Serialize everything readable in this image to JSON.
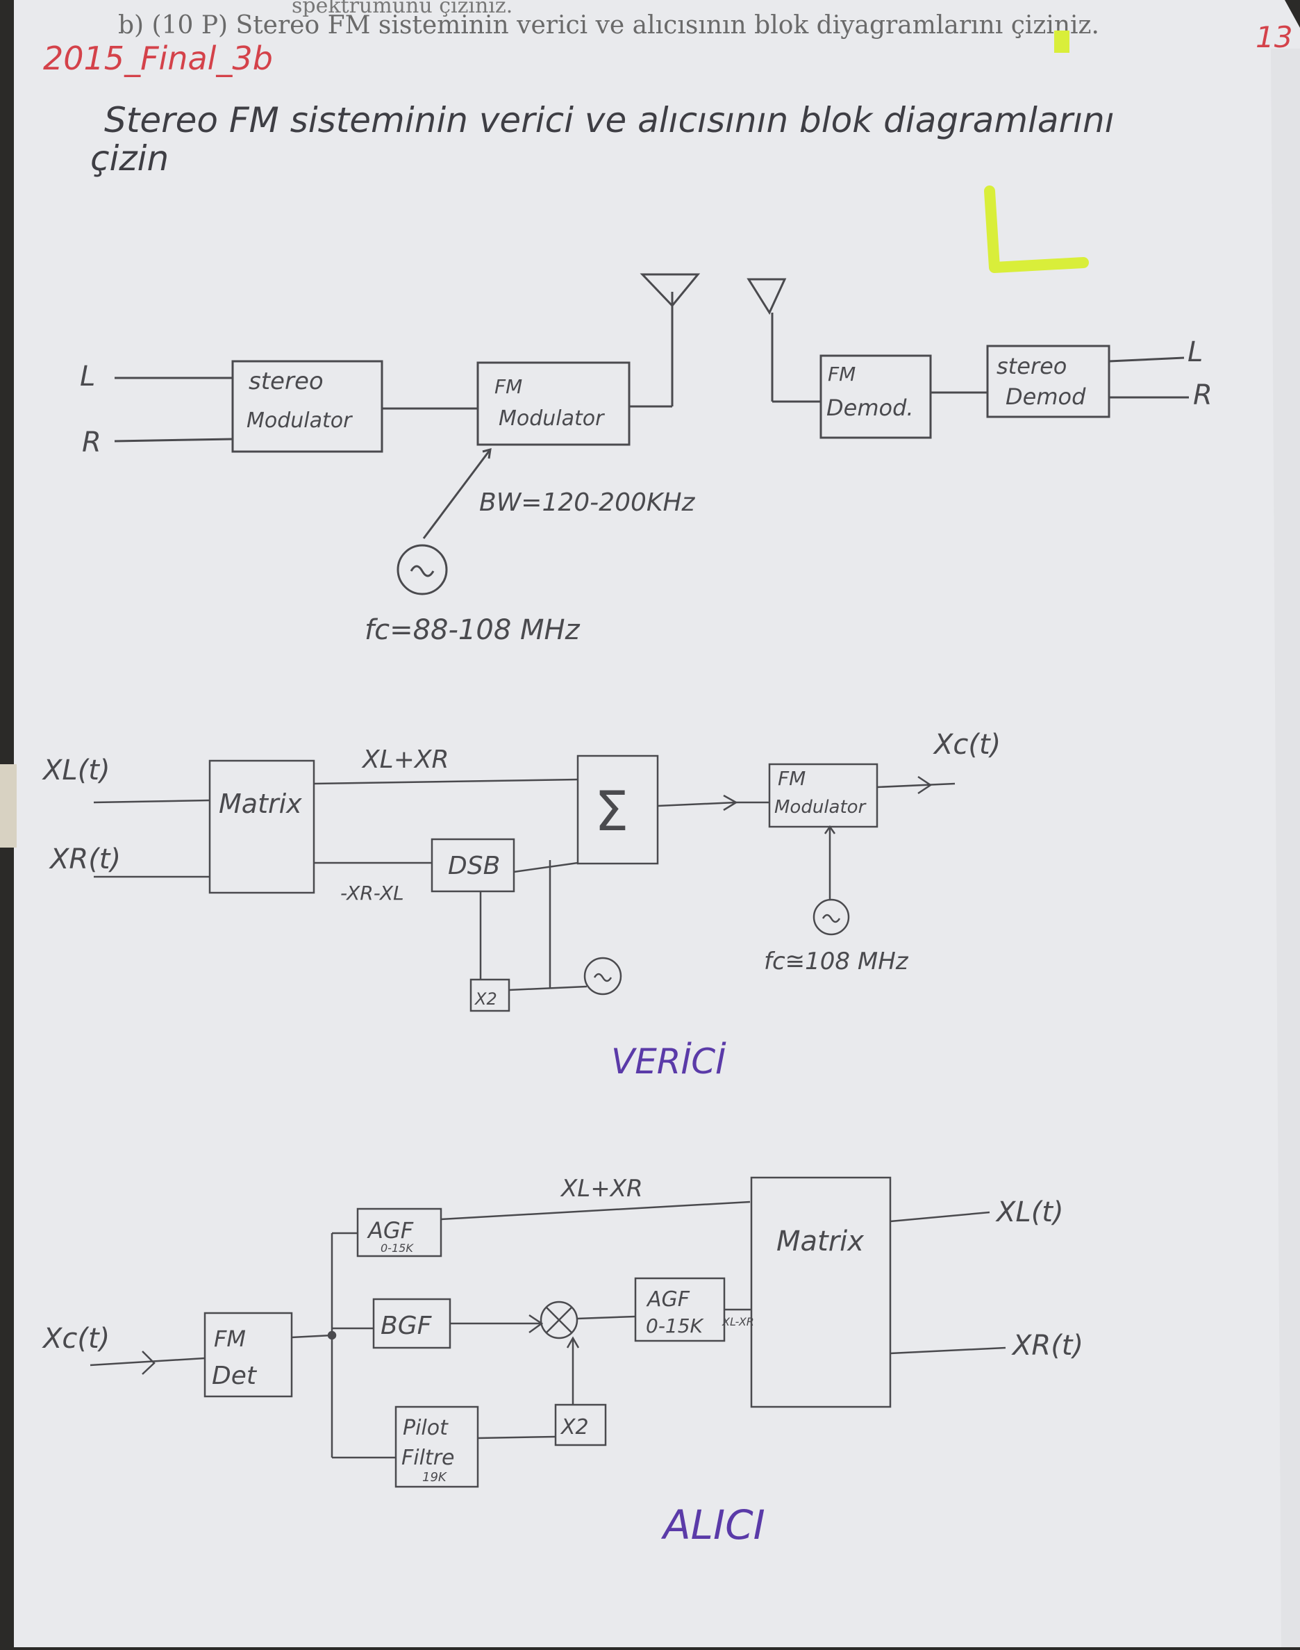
{
  "header": {
    "printed_question": "b) (10 P) Stereo FM sisteminin verici ve alıcısının blok diyagramlarını çiziniz.",
    "printed_top_fragment": "spektrumunu çiziniz.",
    "exam_ref": "2015_Final_3b",
    "page_number": "13"
  },
  "question": {
    "line1": "Stereo FM sisteminin verici ve alıcısının blok diagramlarını",
    "line2": "çizin"
  },
  "grade_mark": "L",
  "diagram1": {
    "input_left": "L",
    "input_right": "R",
    "stereo_mod_l1": "stereo",
    "stereo_mod_l2": "Modulator",
    "fm_mod_l1": "FM",
    "fm_mod_l2": "Modulator",
    "bw": "BW=120-200KHz",
    "fc": "fc=88-108 MHz",
    "fm_demod_l1": "FM",
    "fm_demod_l2": "Demod.",
    "stereo_demod_l1": "stereo",
    "stereo_demod_l2": "Demod",
    "out_left": "L",
    "out_right": "R"
  },
  "transmitter": {
    "in_xl": "XL(t)",
    "in_xr": "XR(t)",
    "matrix": "Matrix",
    "sum_label": "XL+XR",
    "diff_label": "-XR-XL",
    "dsb": "DSB",
    "sigma": "Σ",
    "x2": "X2",
    "fm_mod_l1": "FM",
    "fm_mod_l2": "Modulator",
    "out_xc": "Xc(t)",
    "fc": "fc≅108 MHz",
    "title": "VERİCİ"
  },
  "receiver": {
    "in_xc": "Xc(t)",
    "fm_det_l1": "FM",
    "fm_det_l2": "Det",
    "agf_top": "AGF",
    "agf_top_sub": "0-15K",
    "sum_label": "XL+XR",
    "bgf": "BGF",
    "mixer": "⊗",
    "agf_mid_l1": "AGF",
    "agf_mid_l2": "0-15K",
    "diff_label": "XL-XR",
    "matrix": "Matrix",
    "out_xl": "XL(t)",
    "out_xr": "XR(t)",
    "pilot_l1": "Pilot",
    "pilot_l2": "Filtre",
    "pilot_sub": "19K",
    "x2": "X2",
    "title": "ALICI"
  },
  "colors": {
    "paper": "#ecedef",
    "pencil": "#4a4a4e",
    "ink_red": "#d4424a",
    "ink_purple": "#5a3aa8",
    "highlighter": "#d9ee3a"
  }
}
